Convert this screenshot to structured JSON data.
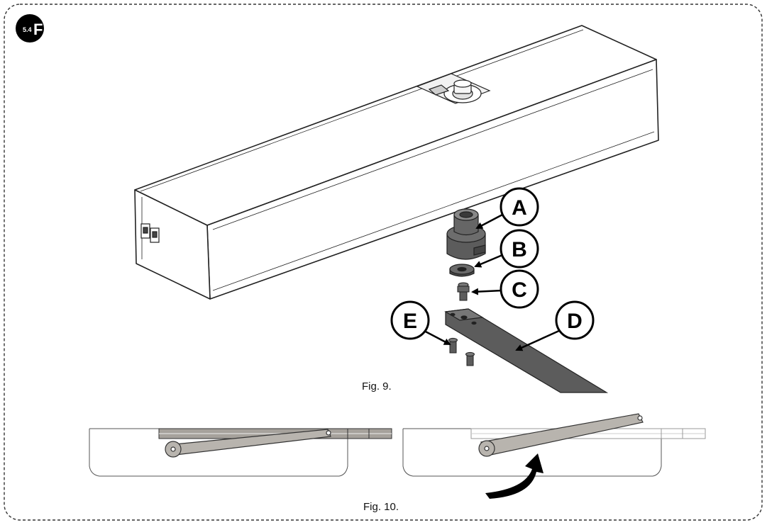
{
  "section": {
    "badge": "5.4F",
    "badge_num": "5.4",
    "badge_letter": "F"
  },
  "figures": [
    {
      "caption": "Fig. 9."
    },
    {
      "caption": "Fig. 10."
    }
  ],
  "callouts": [
    {
      "letter": "A"
    },
    {
      "letter": "B"
    },
    {
      "letter": "C"
    },
    {
      "letter": "D"
    },
    {
      "letter": "E"
    }
  ],
  "colors": {
    "part": "#5c5c5c",
    "arm": "#b8b4ae",
    "outline": "#222222"
  }
}
